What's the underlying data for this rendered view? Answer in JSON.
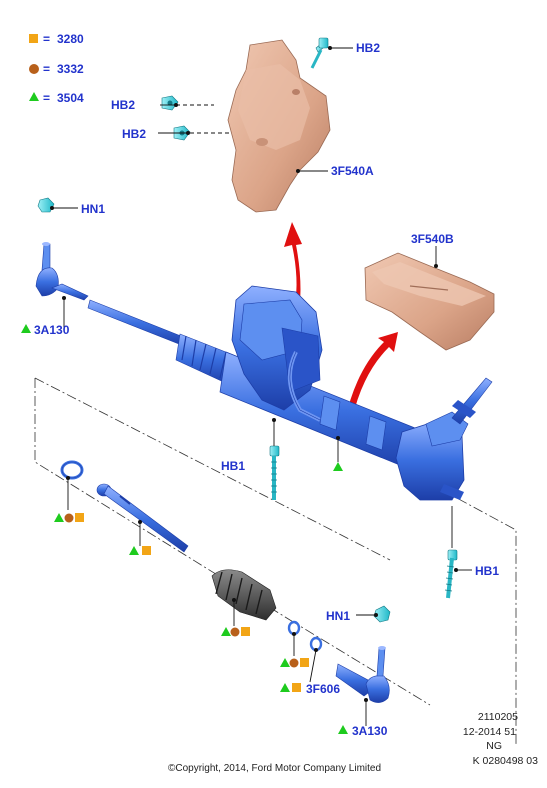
{
  "legend": [
    {
      "symbol": "square",
      "color": "#f2a516",
      "eq": "=",
      "code": "3280"
    },
    {
      "symbol": "circle",
      "color": "#b8601a",
      "eq": "=",
      "code": "3332"
    },
    {
      "symbol": "triangle",
      "color": "#1ecb1e",
      "eq": "=",
      "code": "3504"
    }
  ],
  "callouts": {
    "hb2_top": "HB2",
    "hb2_mid": "HB2",
    "hb2_low": "HB2",
    "shield_upper": "3F540A",
    "shield_lower": "3F540B",
    "hn1_left": "HN1",
    "tie_rod_end_left": "3A130",
    "hb1_left": "HB1",
    "hb1_right": "HB1",
    "hn1_right": "HN1",
    "clip": "3F606",
    "tie_rod_end_right": "3A130"
  },
  "meta": {
    "line1": "2110205",
    "line2": "12-2014 51",
    "line3": "NG",
    "line4": "K 0280498 03"
  },
  "copyright": "©Copyright, 2014, Ford Motor Company Limited",
  "colors": {
    "label": "#2233cc",
    "rack": "#3a6fe0",
    "shield": "#e2b095",
    "bolt": "#3fd6e2",
    "arrow": "#e01010",
    "boot": "#4a4a4a"
  }
}
